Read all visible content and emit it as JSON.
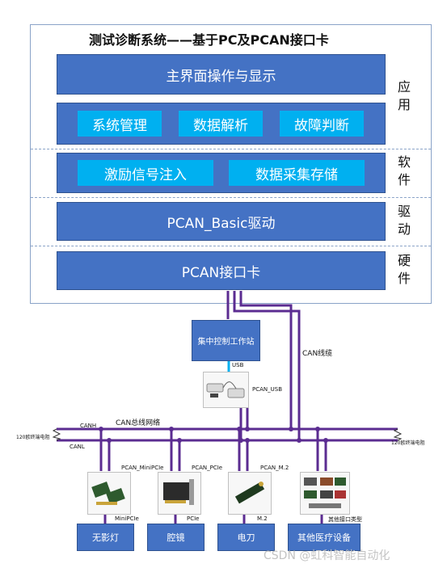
{
  "title": "测试诊断系统——基于PC及PCAN接口卡",
  "layers": {
    "main_display": "主界面操作与显示",
    "modules_row1": [
      "系统管理",
      "数据解析",
      "故障判断"
    ],
    "modules_row2": [
      "激励信号注入",
      "数据采集存储"
    ],
    "driver": "PCAN_Basic驱动",
    "interface_card": "PCAN接口卡"
  },
  "side_labels": {
    "application": [
      "应",
      "用"
    ],
    "software": [
      "软",
      "件"
    ],
    "driver": [
      "驱",
      "动"
    ],
    "hardware": [
      "硬",
      "件"
    ]
  },
  "network": {
    "workstation": "集中控制工作站",
    "usb_label": "USB",
    "pcan_usb_label": "PCAN_USB",
    "can_cable_label": "CAN线缆",
    "can_bus_label": "CAN总线网络",
    "canh": "CANH",
    "canl": "CANL",
    "terminator_left": "120欧终端电阻",
    "terminator_right": "120欧终端电阻"
  },
  "adapters": [
    {
      "top_label": "PCAN_MiniPCIe",
      "bottom_label": "MiniPCIe",
      "device": "无影灯"
    },
    {
      "top_label": "PCAN_PCIe",
      "bottom_label": "PCIe",
      "device": "腔镜"
    },
    {
      "top_label": "PCAN_M.2",
      "bottom_label": "M.2",
      "device": "电刀"
    },
    {
      "top_label": "",
      "bottom_label": "其他接口类型",
      "device": "其他医疗设备"
    }
  ],
  "watermark": "CSDN @虹科智能自动化",
  "colors": {
    "bar_blue": "#4472c4",
    "module_cyan": "#00b0f0",
    "wire_purple": "#5b2c91",
    "usb_cyan": "#00b0f0",
    "frame_border": "#8aa3c8"
  }
}
